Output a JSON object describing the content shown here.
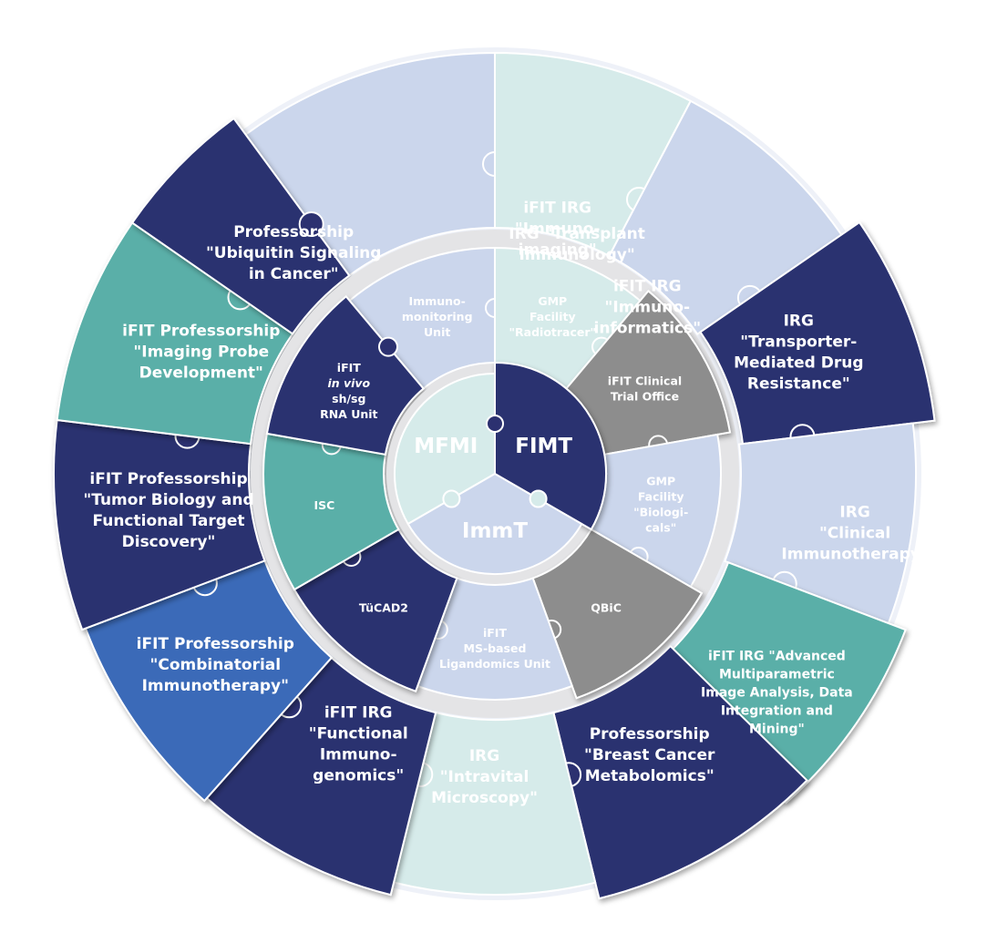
{
  "colors": {
    "navy": "#2c3170",
    "teal": "#5aafa8",
    "blue": "#3a6ab8",
    "light_blue": "#cbd6ec",
    "light_teal": "#d6ebea",
    "gray": "#8d8d8d"
  },
  "outer_ring": [
    {
      "id": "transplant",
      "color": "light_blue",
      "lines": [
        "IRG \"Transplant",
        "Immunology\""
      ]
    },
    {
      "id": "immunoimaging",
      "color": "light_teal",
      "lines": [
        "iFIT IRG",
        "\"Immuno-",
        "imaging\""
      ]
    },
    {
      "id": "immunoinformatics",
      "color": "light_blue",
      "lines": [
        "iFIT IRG",
        "\"Immuno-",
        "informatics\""
      ]
    },
    {
      "id": "transporter",
      "color": "navy",
      "lines": [
        "IRG",
        "\"Transporter-",
        "Mediated Drug",
        "Resistance\""
      ]
    },
    {
      "id": "clinical-immunotherapy",
      "color": "light_blue",
      "lines": [
        "IRG",
        "\"Clinical",
        "Immunotherapy\""
      ]
    },
    {
      "id": "advanced-multiparametric",
      "color": "teal",
      "lines": [
        "iFIT IRG \"Advanced",
        "Multiparametric",
        "Image Analysis, Data",
        "Integration and",
        "Mining\""
      ]
    },
    {
      "id": "breast-cancer",
      "color": "navy",
      "lines": [
        "Professorship",
        "\"Breast Cancer",
        "Metabolomics\""
      ]
    },
    {
      "id": "intravital",
      "color": "light_teal",
      "lines": [
        "IRG",
        "\"Intravital",
        "Microscopy\""
      ]
    },
    {
      "id": "functional-immunogenomics",
      "color": "navy",
      "lines": [
        "iFIT IRG",
        "\"Functional",
        "Immuno-",
        "genomics\""
      ]
    },
    {
      "id": "combinatorial",
      "color": "blue",
      "lines": [
        "iFIT Professorship",
        "\"Combinatorial",
        "Immunotherapy\""
      ]
    },
    {
      "id": "tumor-biology",
      "color": "navy",
      "lines": [
        "iFIT Professorship",
        "\"Tumor Biology and",
        "Functional Target",
        "Discovery\""
      ]
    },
    {
      "id": "imaging-probe",
      "color": "teal",
      "lines": [
        "iFIT Professorship",
        "\"Imaging Probe",
        "Development\""
      ]
    },
    {
      "id": "ubiquitin",
      "color": "navy",
      "lines": [
        "Professorship",
        "\"Ubiquitin Signaling",
        "in Cancer\""
      ]
    }
  ],
  "inner_ring": [
    {
      "id": "immunomonitoring",
      "color": "light_blue",
      "lines": [
        "Immuno-",
        "monitoring",
        "Unit"
      ]
    },
    {
      "id": "gmp-radiotracer",
      "color": "light_teal",
      "lines": [
        "GMP",
        "Facility",
        "\"Radiotracer\""
      ]
    },
    {
      "id": "clinical-trial-office",
      "color": "gray",
      "lines": [
        "iFIT Clinical",
        "Trial Office"
      ]
    },
    {
      "id": "gmp-biologicals",
      "color": "light_blue",
      "lines": [
        "GMP",
        "Facility",
        "\"Biologi-",
        "cals\""
      ]
    },
    {
      "id": "qbic",
      "color": "gray",
      "lines": [
        "QBiC"
      ]
    },
    {
      "id": "ligandomics",
      "color": "light_blue",
      "lines": [
        "iFIT",
        "MS-based",
        "Ligandomics Unit"
      ]
    },
    {
      "id": "tucad2",
      "color": "navy",
      "lines": [
        "TüCAD2"
      ]
    },
    {
      "id": "isc",
      "color": "teal",
      "lines": [
        "ISC"
      ]
    },
    {
      "id": "shsg-rna",
      "color": "navy",
      "lines": [
        "iFIT",
        "in vivo",
        "sh/sg",
        "RNA Unit"
      ]
    }
  ],
  "core": [
    {
      "id": "fimt",
      "color": "navy",
      "label": "FIMT"
    },
    {
      "id": "mfmi",
      "color": "light_teal",
      "label": "MFMI"
    },
    {
      "id": "immt",
      "color": "light_blue",
      "label": "ImmT"
    }
  ]
}
